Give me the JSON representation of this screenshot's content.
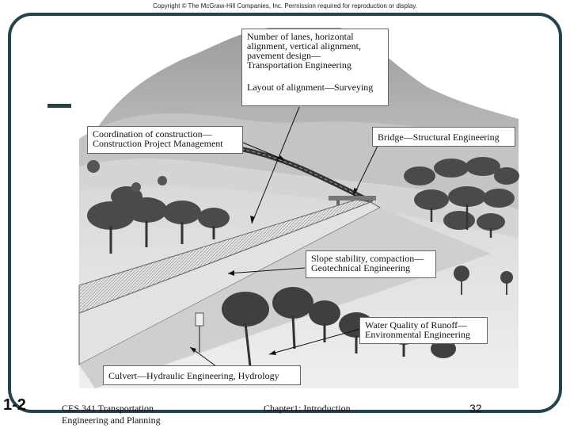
{
  "header": {
    "copyright": "Copyright © The McGraw-Hill Companies, Inc. Permission required for reproduction or display."
  },
  "callouts": {
    "transportation": {
      "lines": [
        "Number of lanes, horizontal",
        "alignment, vertical alignment,",
        "pavement design—",
        "Transportation Engineering"
      ],
      "extra": "Layout of alignment—Surveying"
    },
    "construction": {
      "lines": [
        "Coordination of construction—",
        "Construction Project Management"
      ]
    },
    "bridge": {
      "lines": [
        "Bridge—Structural Engineering"
      ]
    },
    "geotechnical": {
      "lines": [
        "Slope stability, compaction—",
        "Geotechnical Engineering"
      ]
    },
    "environmental": {
      "lines": [
        "Water Quality of Runoff—",
        "Environmental Engineering"
      ]
    },
    "hydraulic": {
      "lines": [
        "Culvert—Hydraulic Engineering, Hydrology"
      ]
    }
  },
  "footer": {
    "slide_number": "1-2",
    "course": [
      "CES 341 Transportation",
      "Engineering and Planning"
    ],
    "chapter": "Chapter1: Introduction",
    "page": "32"
  },
  "colors": {
    "frame": "#25434a"
  }
}
